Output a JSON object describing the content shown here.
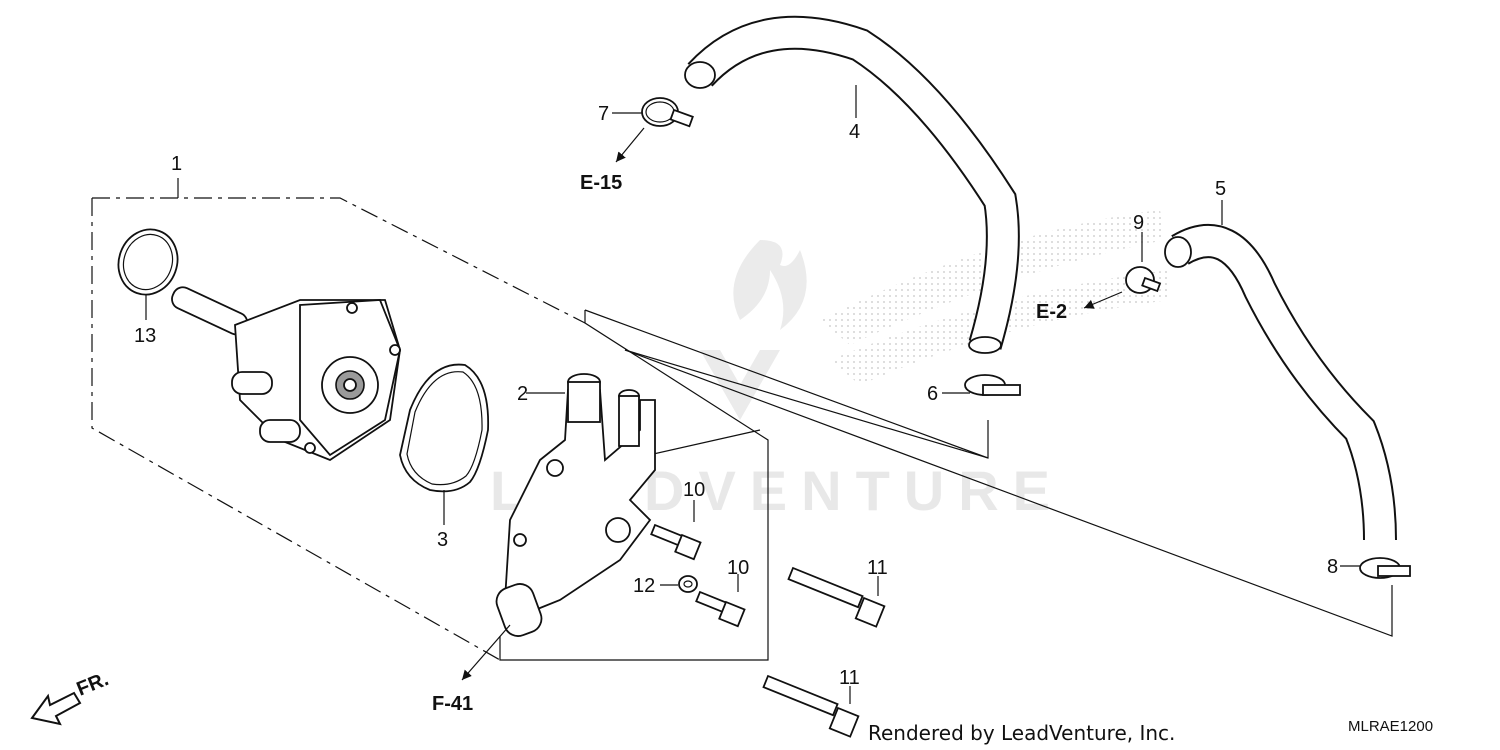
{
  "diagram": {
    "callouts": [
      "1",
      "2",
      "3",
      "4",
      "5",
      "6",
      "7",
      "8",
      "9",
      "10",
      "10",
      "11",
      "11",
      "12",
      "13"
    ],
    "references": {
      "e15": "E-15",
      "e2": "E-2",
      "f41": "F-41"
    },
    "direction_label": "FR.",
    "credit": "Rendered by LeadVenture, Inc.",
    "diagram_code": "MLRAE1200",
    "watermark_text": "LEADVENTURE"
  }
}
